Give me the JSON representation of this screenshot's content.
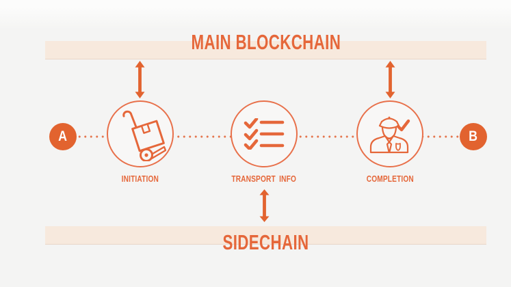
{
  "diagram": {
    "top_band": {
      "label": "MAIN BLOCKCHAIN"
    },
    "bottom_band": {
      "label": "SIDECHAIN"
    },
    "endpoints": {
      "start": "A",
      "end": "B"
    },
    "nodes": [
      {
        "label": "INITIATION",
        "icon": "hand-truck-icon"
      },
      {
        "label": "TRANSPORT INFO",
        "icon": "checklist-icon"
      },
      {
        "label": "COMPLETION",
        "icon": "customs-officer-icon"
      }
    ],
    "colors": {
      "accent": "#E5673A",
      "accent_deep": "#E2632F",
      "band": "#F7E9DD",
      "background": "#F4F4F3",
      "node_fill": "#F8F7F6",
      "endpoint_letter": "#FFFFFF"
    }
  }
}
